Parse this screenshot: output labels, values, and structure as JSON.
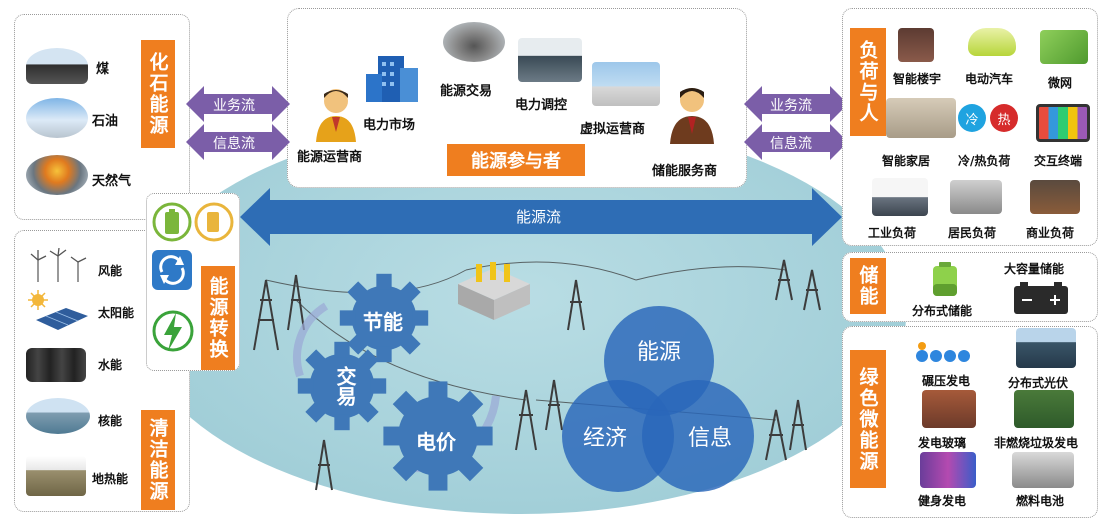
{
  "fossil": {
    "title": "化石能源",
    "items": [
      {
        "label": "煤",
        "icon": "coal-image"
      },
      {
        "label": "石油",
        "icon": "oil-image"
      },
      {
        "label": "天然气",
        "icon": "gas-image"
      }
    ]
  },
  "clean": {
    "title": "清洁能源",
    "items": [
      {
        "label": "风能",
        "icon": "wind-image"
      },
      {
        "label": "太阳能",
        "icon": "solar-image"
      },
      {
        "label": "水能",
        "icon": "hydro-image"
      },
      {
        "label": "核能",
        "icon": "nuclear-image"
      },
      {
        "label": "地热能",
        "icon": "geothermal-image"
      }
    ]
  },
  "conversion": {
    "title": "能源转换"
  },
  "flows": {
    "business": "业务流",
    "info": "信息流",
    "energy": "能源流"
  },
  "participants": {
    "title": "能源参与者",
    "items": [
      "能源运营商",
      "电力市场",
      "能源交易",
      "电力调控",
      "虚拟运营商",
      "储能服务商"
    ]
  },
  "load": {
    "title": "负荷与人",
    "items": [
      "智能楼宇",
      "电动汽车",
      "微网",
      "智能家居",
      "冷/热负荷",
      "交互终端",
      "工业负荷",
      "居民负荷",
      "商业负荷"
    ],
    "cold": "冷",
    "hot": "热"
  },
  "storage": {
    "title": "储能",
    "items": [
      "分布式储能",
      "大容量储能"
    ]
  },
  "green": {
    "title": "绿色微能源",
    "items": [
      "碾压发电",
      "分布式光伏",
      "发电玻璃",
      "非燃烧垃圾发电",
      "健身发电",
      "燃料电池"
    ]
  },
  "gears": [
    "节能",
    "交易",
    "电价"
  ],
  "circles": [
    "能源",
    "经济",
    "信息"
  ],
  "colors": {
    "accent_orange": "#ef7e1f",
    "arrow_purple": "#7b5ea8",
    "flow_blue": "#2e6db5",
    "ellipse": "#a7d2db"
  }
}
